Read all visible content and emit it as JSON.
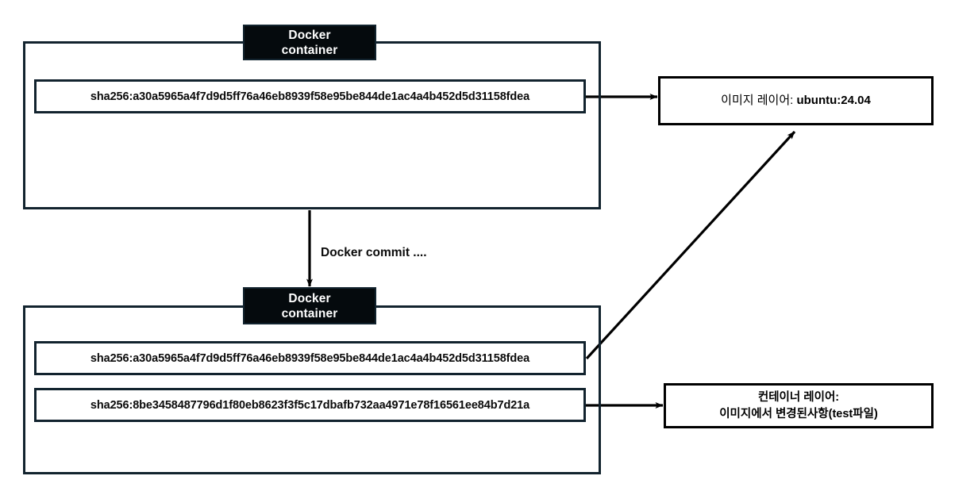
{
  "diagram": {
    "title": "Docker commit layer diagram",
    "colors": {
      "container_border": "#12232e",
      "header_fill": "#050a0d",
      "header_text": "#ffffff",
      "arrow": "#000000",
      "layer_box_border": "#000000",
      "background": "#ffffff"
    },
    "containers": [
      {
        "id": "container-top",
        "header_line1": "Docker",
        "header_line2": "container",
        "layers": [
          "sha256:a30a5965a4f7d9d5ff76a46eb8939f58e95be844de1ac4a4b452d5d31158fdea"
        ]
      },
      {
        "id": "container-bottom",
        "header_line1": "Docker",
        "header_line2": "container",
        "layers": [
          "sha256:a30a5965a4f7d9d5ff76a46eb8939f58e95be844de1ac4a4b452d5d31158fdea",
          "sha256:8be3458487796d1f80eb8623f3f5c17dbafb732aa4971e78f16561ee84b7d21a"
        ]
      }
    ],
    "layer_boxes": [
      {
        "id": "image-layer-box",
        "label": "이미지 레이어:",
        "value": "ubuntu:24.04"
      },
      {
        "id": "container-layer-box",
        "line1": "컨테이너 레이어:",
        "line2": "이미지에서 변경된사항(test파일)"
      }
    ],
    "arrows": [
      {
        "name": "top-layer-to-image-layer",
        "label": ""
      },
      {
        "name": "commit-arrow",
        "label": "Docker commit ...."
      },
      {
        "name": "bottom-base-layer-to-image-layer",
        "label": ""
      },
      {
        "name": "bottom-diff-layer-to-container-layer",
        "label": ""
      }
    ]
  }
}
